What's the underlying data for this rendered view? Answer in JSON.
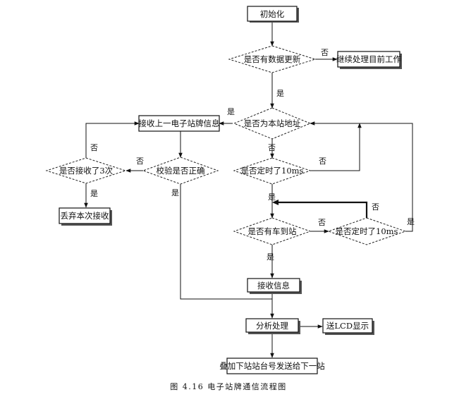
{
  "nodes": {
    "init": "初始化",
    "data_updated": "是否有数据更新",
    "continue_work": "继续处理目前工作",
    "is_this_station": "是否为本站地址",
    "receive_prev": "接收上一电子站牌信息",
    "checksum_ok": "校验是否正确",
    "received_3": "是否接收了3次",
    "discard": "丢弃本次接收",
    "timer_10ms_1": "是否定时了10ms",
    "car_arrived": "是否有车到站",
    "timer_10ms_2": "是否定时了10ms",
    "receive_info": "接收信息",
    "analyze": "分析处理",
    "to_lcd": "送LCD显示",
    "forward": "叠加下站站台号发送给下一站"
  },
  "labels": {
    "yes": "是",
    "no": "否"
  },
  "caption": "图 4.16   电子站牌通信流程图"
}
